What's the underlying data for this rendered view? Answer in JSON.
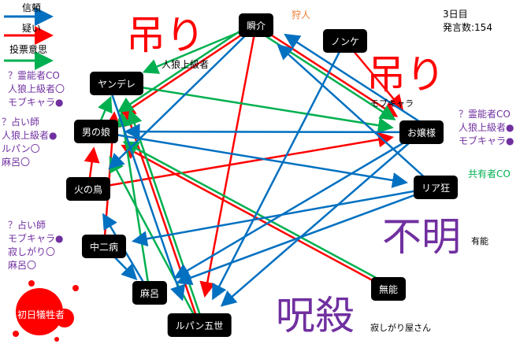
{
  "legend": [
    {
      "label": "信頼",
      "color": "#0070c0"
    },
    {
      "label": "疑い",
      "color": "#ff0000"
    },
    {
      "label": "投票意思",
      "color": "#00b050"
    }
  ],
  "day_info": {
    "day": "3日目",
    "count": "発言数:154"
  },
  "nodes": {
    "shunsuke": "瞬介",
    "nonke": "ノンケ",
    "yandere": "ヤンデレ",
    "otokonoko": "男の娘",
    "ojousama": "お嬢様",
    "hinotori": "火の鳥",
    "riakyou": "リア狂",
    "chuunibyou": "中二病",
    "maro": "麻呂",
    "munou": "無能",
    "lupin": "ルパン五世",
    "victim": "初日犠牲者"
  },
  "annotations": {
    "hunter": "狩人",
    "sharer": "共有者CO",
    "yandere_notes": "？霊能者CO\n人狼上級者〇\nモブキャラ●",
    "otokonoko_notes": "？占い師\n人狼上級者●\nルパン〇\n麻呂〇",
    "chuuni_notes": "？占い師\nモブキャラ●\n寂しがり〇\n麻呂〇",
    "ojou_notes": "？霊能者CO\n人狼上級者●\nモブキャラ●"
  },
  "fates": [
    {
      "big": "吊り",
      "small": "人狼上級者",
      "color": "#ff0000"
    },
    {
      "big": "吊り",
      "small": "モブキャラ",
      "color": "#ff0000"
    },
    {
      "big": "不明",
      "small": "有能",
      "color": "#7030a0"
    },
    {
      "big": "呪殺",
      "small": "寂しがり屋さん",
      "color": "#7030a0"
    }
  ],
  "edges": [
    {
      "from": "shunsuke",
      "to": "otokonoko",
      "type": "red"
    },
    {
      "from": "shunsuke",
      "to": "ojousama",
      "type": "red"
    },
    {
      "from": "shunsuke",
      "to": "lupin",
      "type": "red"
    },
    {
      "from": "nonke",
      "to": "ojousama",
      "type": "red"
    },
    {
      "from": "hinotori",
      "to": "otokonoko",
      "type": "red"
    },
    {
      "from": "hinotori",
      "to": "ojousama",
      "type": "red"
    },
    {
      "from": "chuunibyou",
      "to": "yandere",
      "type": "red"
    },
    {
      "from": "munou",
      "to": "otokonoko",
      "type": "red"
    },
    {
      "from": "lupin",
      "to": "yandere",
      "type": "red"
    },
    {
      "from": "shunsuke",
      "to": "yandere",
      "type": "green"
    },
    {
      "from": "shunsuke",
      "to": "otokonoko",
      "type": "green"
    },
    {
      "from": "otokonoko",
      "to": "yandere",
      "type": "green"
    },
    {
      "from": "yandere",
      "to": "ojousama",
      "type": "green"
    },
    {
      "from": "maro",
      "to": "yandere",
      "type": "green"
    },
    {
      "from": "lupin",
      "to": "yandere",
      "type": "green"
    },
    {
      "from": "lupin",
      "to": "otokonoko",
      "type": "green"
    },
    {
      "from": "munou",
      "to": "otokonoko",
      "type": "green"
    },
    {
      "from": "shunsuke",
      "to": "ojousama",
      "type": "green"
    },
    {
      "from": "ojousama",
      "to": "shunsuke",
      "type": "blue"
    },
    {
      "from": "riakyou",
      "to": "shunsuke",
      "type": "blue"
    },
    {
      "from": "otokonoko",
      "to": "riakyou",
      "type": "blue"
    },
    {
      "from": "shunsuke",
      "to": "hinotori",
      "type": "blue"
    },
    {
      "from": "nonke",
      "to": "lupin",
      "type": "blue"
    },
    {
      "from": "chuunibyou",
      "to": "maro",
      "type": "blue"
    },
    {
      "from": "maro",
      "to": "hinotori",
      "type": "blue"
    },
    {
      "from": "ojousama",
      "to": "lupin",
      "type": "blue"
    },
    {
      "from": "ojousama",
      "to": "maro",
      "type": "blue"
    },
    {
      "from": "riakyou",
      "to": "chuunibyou",
      "type": "blue"
    },
    {
      "from": "riakyou",
      "to": "maro",
      "type": "blue"
    },
    {
      "from": "yandere",
      "to": "lupin",
      "type": "blue"
    },
    {
      "from": "ojousama",
      "to": "otokonoko",
      "type": "blue"
    }
  ],
  "colors": {
    "red": "#ff0000",
    "green": "#00b050",
    "blue": "#0070c0"
  }
}
